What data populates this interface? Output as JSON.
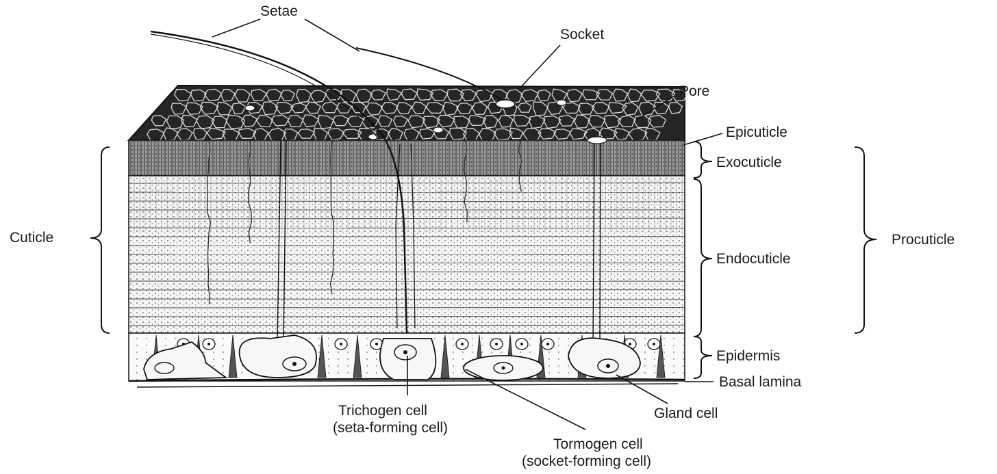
{
  "labels": {
    "setae": "Setae",
    "socket": "Socket",
    "pore": "Pore",
    "epicuticle": "Epicuticle",
    "exocuticle": "Exocuticle",
    "endocuticle": "Endocuticle",
    "epidermis": "Epidermis",
    "basal_lamina": "Basal lamina",
    "cuticle": "Cuticle",
    "procuticle": "Procuticle",
    "trichogen_line1": "Trichogen cell",
    "trichogen_line2": "(seta-forming cell)",
    "gland_cell": "Gland cell",
    "tormogen_line1": "Tormogen cell",
    "tormogen_line2": "(socket-forming cell)"
  },
  "colors": {
    "ink": "#111111",
    "surface": "#2a2a2a",
    "exocuticle": "#8a8a8a",
    "endocuticle": "#f2f2f2",
    "paper": "#ffffff"
  }
}
